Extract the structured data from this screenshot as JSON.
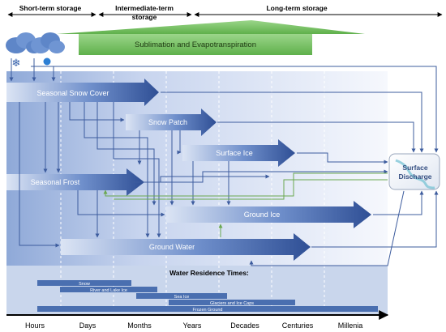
{
  "header": {
    "short_term": "Short-term storage",
    "intermediate_term_line1": "Intermediate-term",
    "intermediate_term_line2": "storage",
    "long_term": "Long-term storage"
  },
  "top_band": {
    "label": "Sublimation and Evapotranspiration"
  },
  "stores": {
    "seasonal_snow_cover": "Seasonal Snow Cover",
    "snow_patch": "Snow Patch",
    "surface_ice": "Surface Ice",
    "seasonal_frost": "Seasonal Frost",
    "ground_ice": "Ground Ice",
    "ground_water": "Ground Water"
  },
  "discharge": {
    "line1": "Surface",
    "line2": "Discharge"
  },
  "residence": {
    "title": "Water Residence Times:",
    "bars": [
      "Snow",
      "River and Lake Ice",
      "Sea Ice",
      "Glaciers and Ice Caps",
      "Frozen Ground"
    ]
  },
  "time_axis": {
    "ticks": [
      "Hours",
      "Days",
      "Months",
      "Years",
      "Decades",
      "Centuries",
      "Millenia"
    ]
  },
  "colors": {
    "store_arrow": "#4a6fb0",
    "flow_blue": "#3d5c9e",
    "flow_green": "#6aa84f",
    "band_green": "#7cc46a",
    "panel_blue": "#c9d6ec"
  }
}
